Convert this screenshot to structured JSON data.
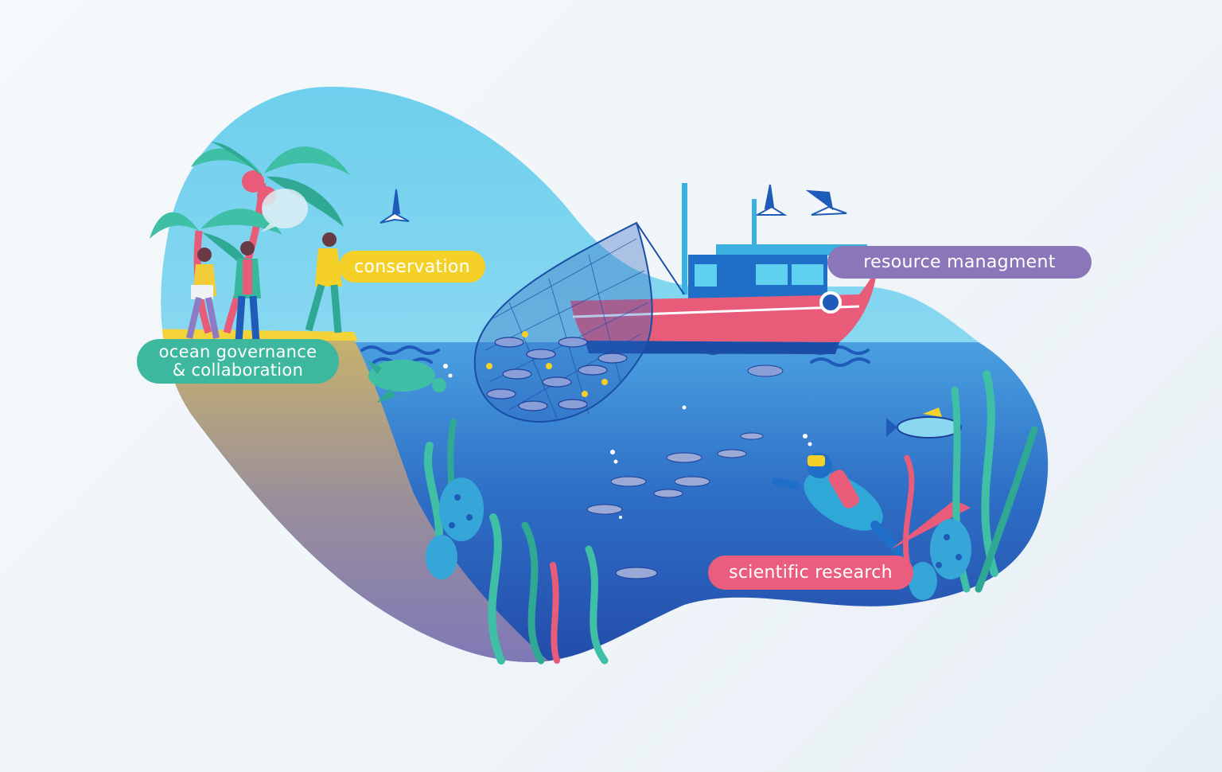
{
  "labels": {
    "conservation": "conservation",
    "resource_management": "resource managment",
    "governance_line1": "ocean governance",
    "governance_line2": "& collaboration",
    "scientific_research": "scientific research"
  },
  "colors": {
    "background": "#f2f6f9",
    "sky": "#63c8ea",
    "sea_deep": "#2454b2",
    "sea_light": "#3f8fd6",
    "land": "#c9b36a",
    "palm": "#3fbfa6",
    "boat_hull": "#e85c7a",
    "boat_cabin": "#1f6fc9",
    "conservation_pill": "#f5d027",
    "resource_pill": "#8a76b8",
    "governance_pill": "#3db89f",
    "science_pill": "#ea5d7e"
  },
  "icons": [
    "palm-tree-icon",
    "people-icon",
    "seagull-icon",
    "sea-turtle-icon",
    "fishing-boat-icon",
    "fishing-net-icon",
    "fish-icon",
    "scuba-diver-icon",
    "seaweed-icon",
    "coral-icon"
  ]
}
